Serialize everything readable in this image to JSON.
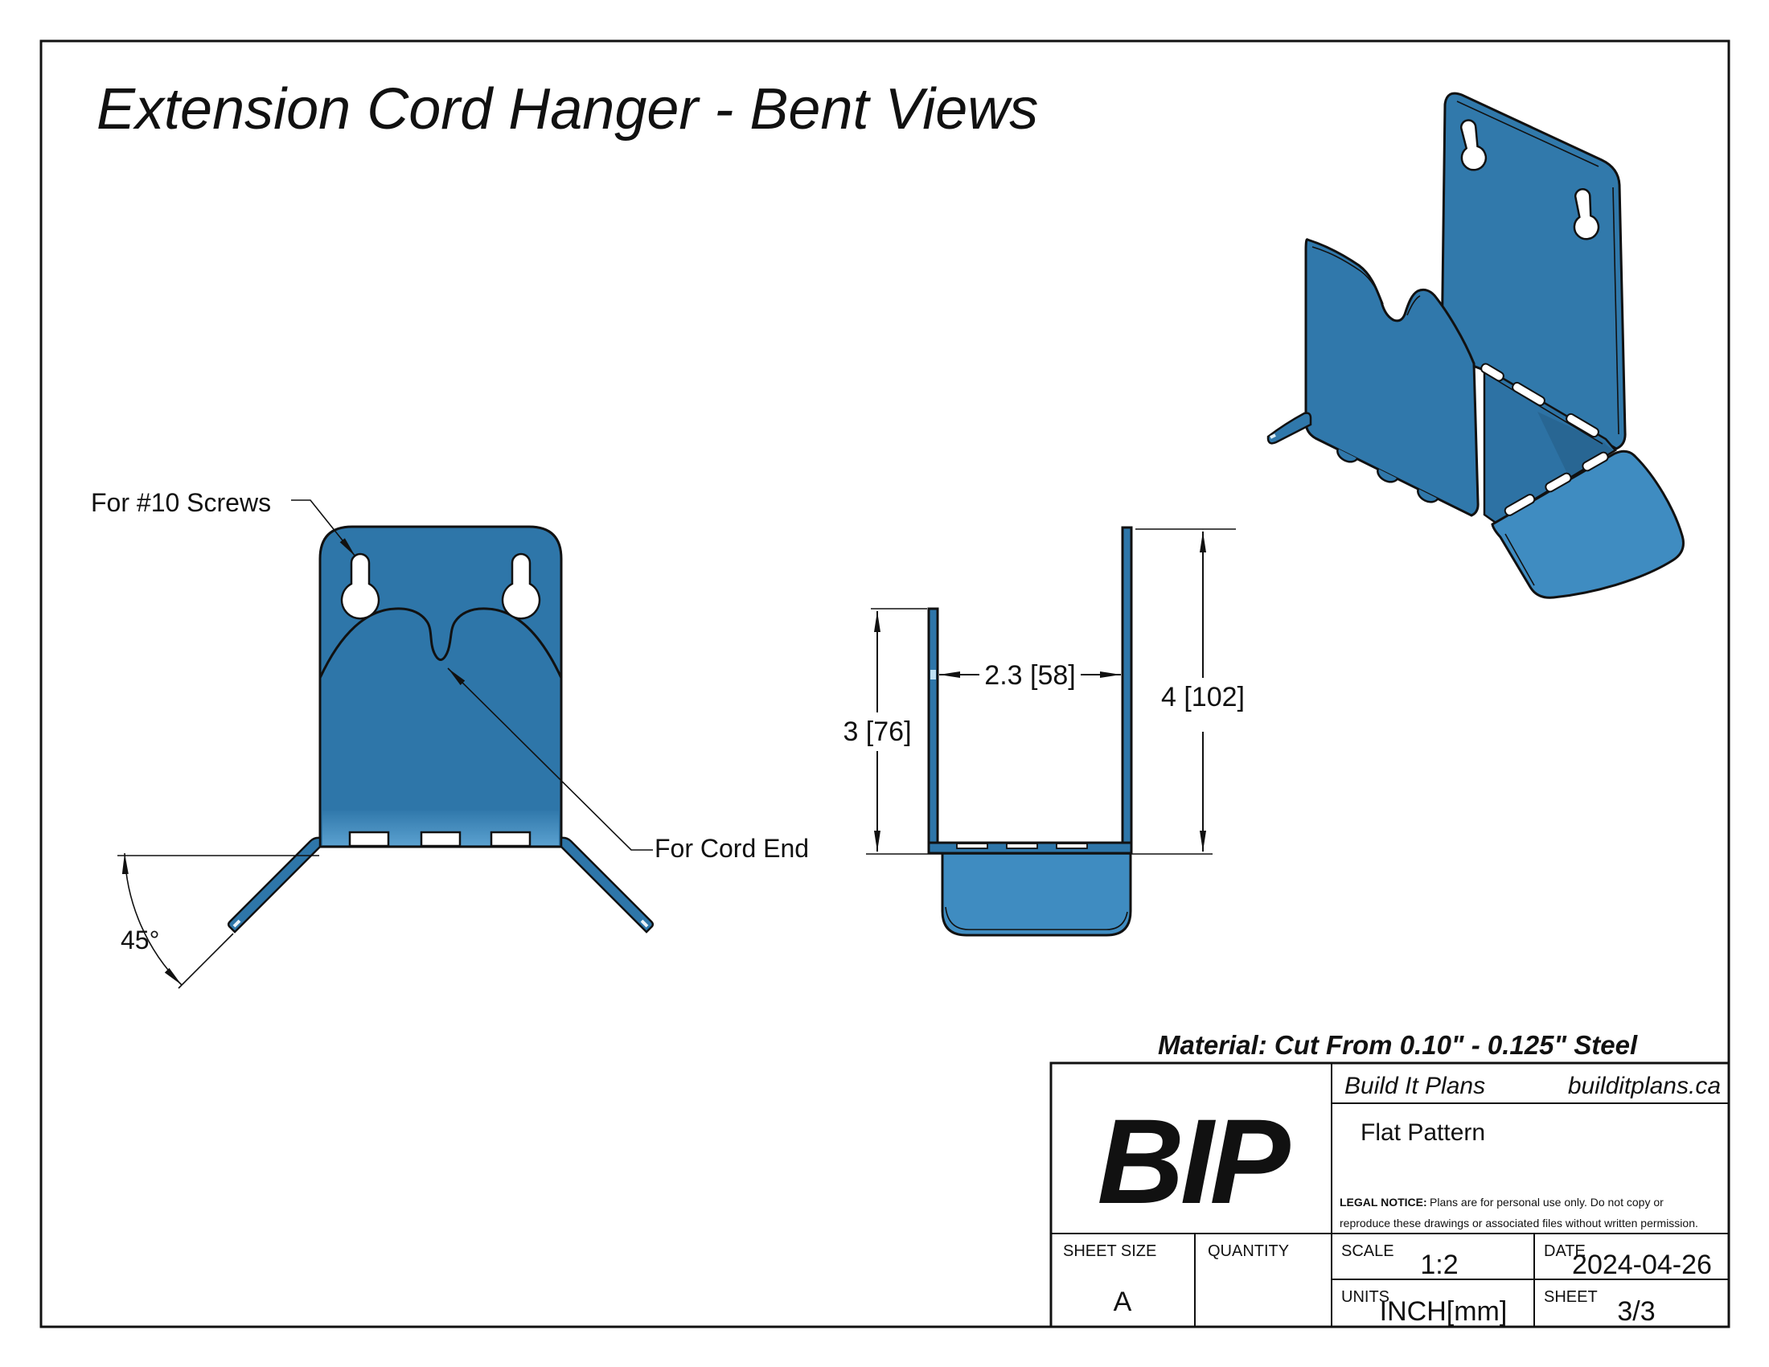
{
  "page": {
    "title": "Extension Cord Hanger - Bent Views",
    "material_note": "Material: Cut From 0.10\" - 0.125\" Steel"
  },
  "colors": {
    "part_blue": "#2e76a9",
    "part_blue_light": "#3f8cc1",
    "tray_blue": "#2d72a4",
    "bend_highlight": "#5aa0cf",
    "outline": "#111111"
  },
  "front_view": {
    "screws_label": "For #10 Screws",
    "cord_label": "For Cord End",
    "angle_label": "45°"
  },
  "side_view": {
    "dim_width": "2.3 [58]",
    "dim_height_left": "3 [76]",
    "dim_height_right": "4 [102]"
  },
  "title_block": {
    "logo": "BIP",
    "company": "Build It Plans",
    "website": "builditplans.ca",
    "drawing_title": "Flat Pattern",
    "legal_bold": "LEGAL NOTICE:",
    "legal_line1": "Plans are for personal use only. Do not copy or",
    "legal_line2": "reproduce these drawings or associated files without written permission.",
    "sheet_size_label": "SHEET SIZE",
    "sheet_size": "A",
    "quantity_label": "QUANTITY",
    "quantity": "",
    "scale_label": "SCALE",
    "scale": "1:2",
    "date_label": "DATE",
    "date": "2024-04-26",
    "units_label": "UNITS",
    "units": "INCH[mm]",
    "sheet_label": "SHEET",
    "sheet": "3/3"
  }
}
